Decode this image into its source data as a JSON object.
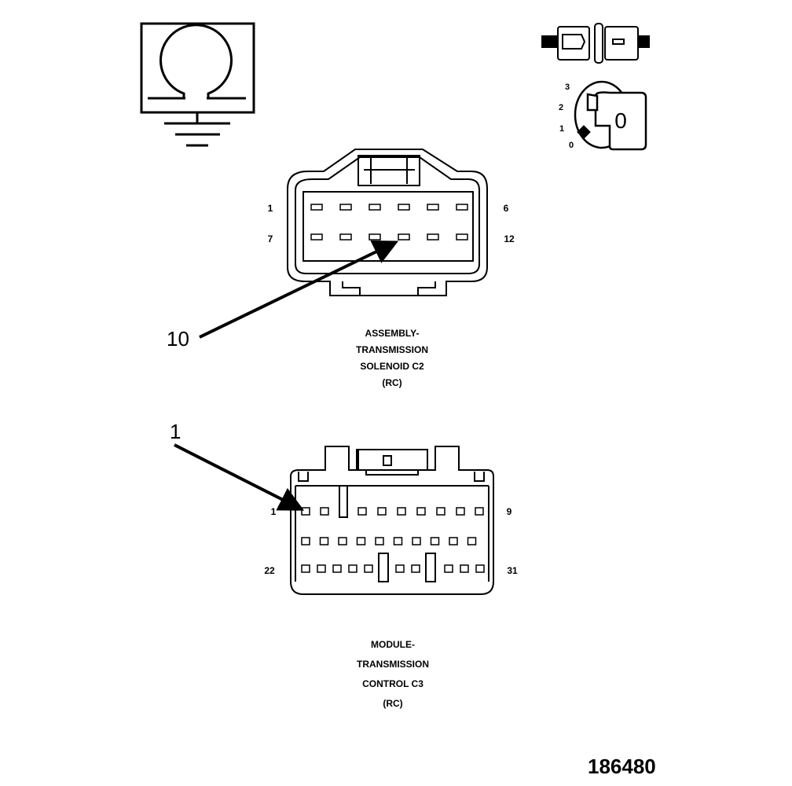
{
  "connector_c2": {
    "title_lines": [
      "ASSEMBLY-",
      "TRANSMISSION",
      "SOLENOID C2",
      "(RC)"
    ],
    "pin_labels": {
      "top_left": "1",
      "top_right": "6",
      "bottom_left": "7",
      "bottom_right": "12"
    },
    "callout": "10"
  },
  "connector_c3": {
    "title_lines": [
      "MODULE-",
      "TRANSMISSION",
      "CONTROL C3",
      "(RC)"
    ],
    "pin_labels": {
      "top_left": "1",
      "top_right": "9",
      "bottom_left": "22",
      "bottom_right": "31"
    },
    "callout": "1"
  },
  "ignition_switch": {
    "positions": [
      "3",
      "2",
      "1",
      "0"
    ],
    "key_label": "0"
  },
  "figure_id": "186480",
  "icons": [
    "ohmmeter-ground-icon",
    "connector-disconnect-icon",
    "ignition-key-icon",
    "arrow-icon"
  ]
}
